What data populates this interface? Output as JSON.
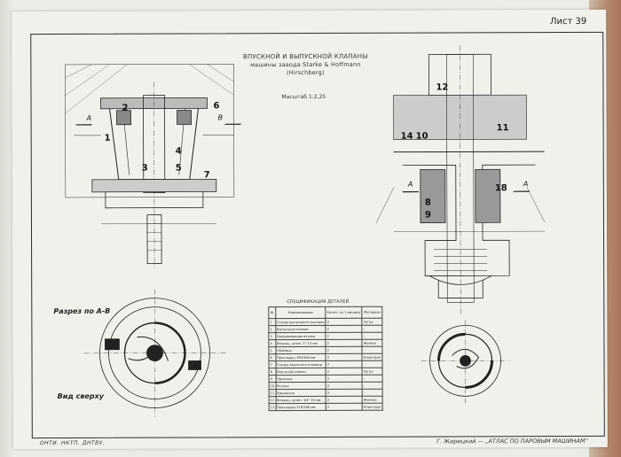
{
  "sheet": {
    "number": "Лист 39"
  },
  "title": {
    "line1": "ВПУСКНОЙ И ВЫПУСКНОЙ КЛАПАНЫ",
    "line2": "машины завода Starke & Hoffmann",
    "line3": "(Hirschberg)",
    "scale": "Масштаб 1:2,25"
  },
  "captions": {
    "section": "Разрез по А-В",
    "top_view": "Вид сверху",
    "spec_title": "СПЕЦИФИКАЦИЯ ДЕТАЛЕЙ"
  },
  "footer": {
    "left": "ОНТИ. НКТП. ДНТВУ.",
    "right": "Г. Жирицкий — „АТЛАС ПО ПАРОВЫМ МАШИНАМ“"
  },
  "left_numbers": [
    "2",
    "6",
    "1",
    "3",
    "4",
    "5",
    "7"
  ],
  "right_numbers": [
    "12",
    "14",
    "10",
    "11",
    "18",
    "8",
    "9"
  ],
  "section_letters": {
    "a": "А",
    "b": "В"
  },
  "spec": {
    "headers": [
      "№",
      "Наименование",
      "Колич. на 1 машину",
      "Материал"
    ],
    "rows": [
      [
        "1",
        "Гнездо выпускного клапана",
        "2",
        "Чугун"
      ],
      [
        "2",
        "Выпускной клапан",
        "2",
        "-"
      ],
      [
        "3",
        "Направляющая втулка",
        "2",
        "-"
      ],
      [
        "4",
        "Фланец, шпил. 1\" 13 мм",
        "2",
        "Железо"
      ],
      [
        "5",
        "Обоймка",
        "2",
        "-"
      ],
      [
        "6",
        "Прокладка 190/160 мм",
        "2",
        "Клингерит"
      ],
      [
        "7",
        "Гнездо впускного клапана",
        "2",
        "-"
      ],
      [
        "8",
        "Впускной клапан",
        "2",
        "Чугун"
      ],
      [
        "9",
        "Пружина",
        "2",
        "-"
      ],
      [
        "10",
        "Втулка",
        "2",
        "-"
      ],
      [
        "11",
        "Крышечка",
        "2",
        "-"
      ],
      [
        "12",
        "Фланец, шпил. 3/4\" 10 мм",
        "2",
        "Железо"
      ],
      [
        "13",
        "Прокладка 210/180 мм",
        "2",
        "Клингерит"
      ]
    ]
  }
}
